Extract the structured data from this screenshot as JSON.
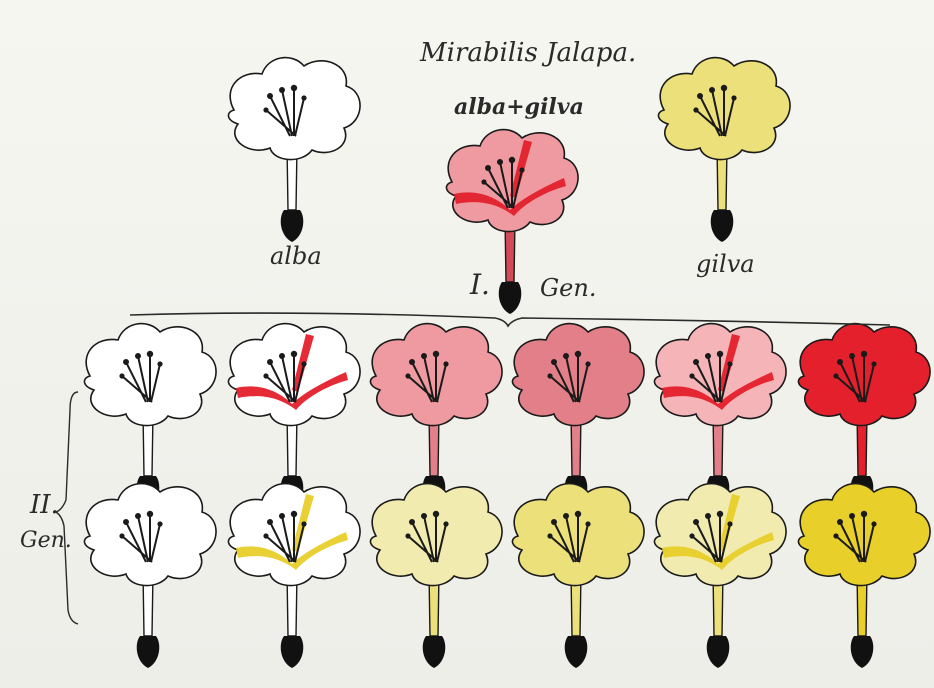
{
  "title": "Mirabilis Jalapa.",
  "cross_label": "alba+gilva",
  "parents": [
    {
      "label": "alba",
      "color": "#ffffff",
      "stem": "#ffffff"
    },
    {
      "label": "gilva",
      "color": "#efe06c",
      "stem": "#efe06c"
    }
  ],
  "f1": {
    "color": "#ee9aa0",
    "streak": "#e0202c",
    "stem": "#d24a58"
  },
  "gen1_label": "I.",
  "gen1_suffix": "Gen.",
  "gen2_label": "II.",
  "gen2_suffix": "Gen.",
  "colors": {
    "outline": "#1a1a1a",
    "white": "#ffffff",
    "pink": "#ee9aa0",
    "deep_pink": "#e27f88",
    "light_pink": "#f4b4b8",
    "red": "#e3202b",
    "pale_yellow": "#f2ebb0",
    "yellow": "#ece07a",
    "deep_yellow": "#e8cf2a",
    "seed": "#111111"
  },
  "gen2_rows": [
    {
      "row": "red-series",
      "flowers": [
        {
          "type": "white"
        },
        {
          "type": "white-red-streaked"
        },
        {
          "type": "pink"
        },
        {
          "type": "deep-pink"
        },
        {
          "type": "light-pink-red-streaked"
        },
        {
          "type": "red"
        }
      ]
    },
    {
      "row": "yellow-series",
      "flowers": [
        {
          "type": "white"
        },
        {
          "type": "white-yellow-streaked"
        },
        {
          "type": "pale-yellow"
        },
        {
          "type": "yellow"
        },
        {
          "type": "pale-yellow-streaked"
        },
        {
          "type": "deep-yellow"
        }
      ]
    }
  ]
}
